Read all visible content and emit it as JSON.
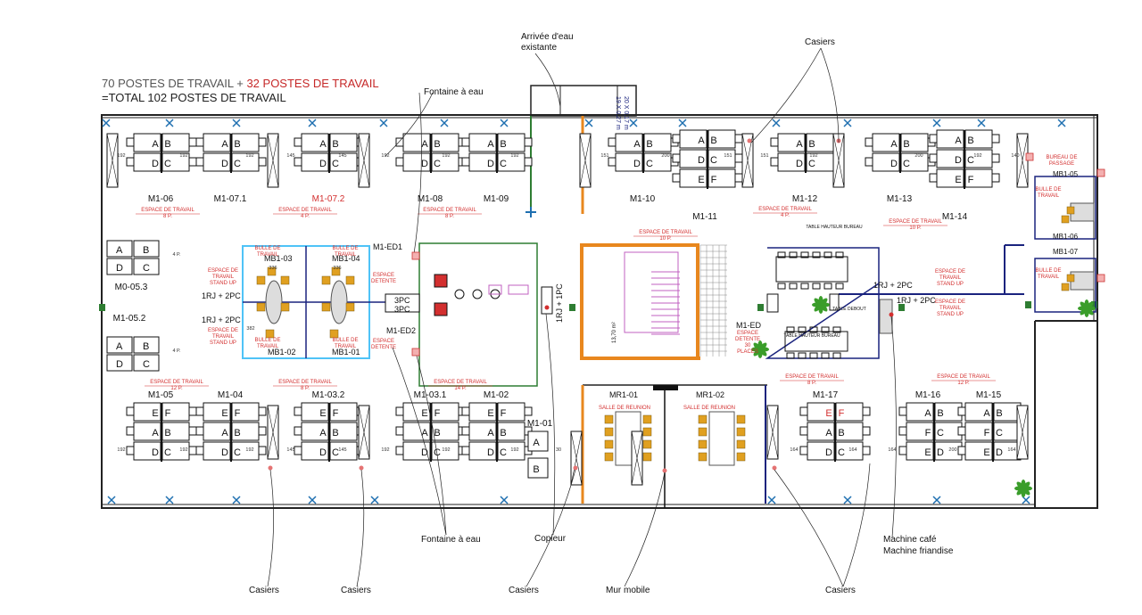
{
  "header": {
    "line1_part1": "70 POSTES DE TRAVAIL + ",
    "line1_part2": "32 POSTES DE TRAVAIL",
    "line2": "=TOTAL 102 POSTES DE TRAVAIL"
  },
  "colors": {
    "wall": "#222222",
    "orange": "#e8871e",
    "green": "#2e7d32",
    "blue": "#1a237e",
    "cyan": "#4fc3f7",
    "red": "#d32f2f",
    "desk": "#111111",
    "label_red": "#d32f2f",
    "mr_chair": "#e0a020",
    "plant": "#3a9d2a",
    "pink": "#e57373"
  },
  "callouts": [
    {
      "id": "arrivee",
      "text": "Arrivée d'eau"
    },
    {
      "id": "arrivee2",
      "text": "existante"
    },
    {
      "id": "fontaine_top",
      "text": "Fontaine à eau"
    },
    {
      "id": "casiers_top",
      "text": "Casiers"
    },
    {
      "id": "fontaine_bottom",
      "text": "Fontaine à eau"
    },
    {
      "id": "copieur",
      "text": "Copieur"
    },
    {
      "id": "mur_mobile",
      "text": "Mur mobile"
    },
    {
      "id": "machine_cafe",
      "text": "Machine café"
    },
    {
      "id": "machine_friandise",
      "text": "Machine friandise"
    },
    {
      "id": "casiers_b1",
      "text": "Casiers"
    },
    {
      "id": "casiers_b2",
      "text": "Casiers"
    },
    {
      "id": "casiers_b3",
      "text": "Casiers"
    },
    {
      "id": "casiers_b4",
      "text": "Casiers"
    }
  ],
  "zones": [
    {
      "id": "M1-06",
      "label": "M1-06"
    },
    {
      "id": "M1-07.1",
      "label": "M1-07.1"
    },
    {
      "id": "M1-07.2",
      "label": "M1-07.2"
    },
    {
      "id": "M1-08",
      "label": "M1-08"
    },
    {
      "id": "M1-09",
      "label": "M1-09"
    },
    {
      "id": "M1-10",
      "label": "M1-10"
    },
    {
      "id": "M1-11",
      "label": "M1-11"
    },
    {
      "id": "M1-12",
      "label": "M1-12"
    },
    {
      "id": "M1-13",
      "label": "M1-13"
    },
    {
      "id": "M1-14",
      "label": "M1-14"
    },
    {
      "id": "M1-05",
      "label": "M1-05"
    },
    {
      "id": "M1-04",
      "label": "M1-04"
    },
    {
      "id": "M1-03.2",
      "label": "M1-03.2"
    },
    {
      "id": "M1-03.1",
      "label": "M1-03.1"
    },
    {
      "id": "M1-02",
      "label": "M1-02"
    },
    {
      "id": "M1-01",
      "label": "M1-01"
    },
    {
      "id": "M1-17",
      "label": "M1-17"
    },
    {
      "id": "M1-16",
      "label": "M1-16"
    },
    {
      "id": "M1-15",
      "label": "M1-15"
    },
    {
      "id": "M0-05.3",
      "label": "M0-05.3"
    },
    {
      "id": "M1-05.2",
      "label": "M1-05.2"
    },
    {
      "id": "MB1-03",
      "label": "MB1-03"
    },
    {
      "id": "MB1-04",
      "label": "MB1-04"
    },
    {
      "id": "MB1-02",
      "label": "MB1-02"
    },
    {
      "id": "MB1-01",
      "label": "MB1-01"
    },
    {
      "id": "M1-ED1",
      "label": "M1-ED1"
    },
    {
      "id": "M1-ED2",
      "label": "M1-ED2"
    },
    {
      "id": "M1-ED",
      "label": "M1-ED"
    },
    {
      "id": "MR1-01",
      "label": "MR1-01"
    },
    {
      "id": "MR1-02",
      "label": "MR1-02"
    },
    {
      "id": "MB1-05",
      "label": "MB1-05"
    },
    {
      "id": "MB1-06",
      "label": "MB1-06"
    },
    {
      "id": "MB1-07",
      "label": "MB1-07"
    }
  ],
  "network": [
    {
      "id": "rj1",
      "text": "1RJ + 2PC"
    },
    {
      "id": "rj2",
      "text": "1RJ + 2PC"
    },
    {
      "id": "rj3",
      "text": "1RJ + 2PC"
    },
    {
      "id": "rj4",
      "text": "1RJ + 2PC"
    },
    {
      "id": "rj5",
      "text": "1RJ + 1PC"
    },
    {
      "id": "pc3a",
      "text": "3PC"
    },
    {
      "id": "pc3b",
      "text": "3PC"
    }
  ],
  "espaces": [
    {
      "id": "e1",
      "t": "ESPACE DE TRAVAIL",
      "s": "8 P."
    },
    {
      "id": "e2",
      "t": "ESPACE DE TRAVAIL",
      "s": "4 P."
    },
    {
      "id": "e3",
      "t": "ESPACE DE TRAVAIL",
      "s": "8 P."
    },
    {
      "id": "e4",
      "t": "ESPACE DE TRAVAIL",
      "s": "10 P."
    },
    {
      "id": "e5",
      "t": "ESPACE DE TRAVAIL",
      "s": "4 P."
    },
    {
      "id": "e6",
      "t": "ESPACE DE TRAVAIL",
      "s": "10 P."
    },
    {
      "id": "e7",
      "t": "ESPACE DE TRAVAIL",
      "s": "12 P."
    },
    {
      "id": "e8",
      "t": "ESPACE DE TRAVAIL",
      "s": "8 P."
    },
    {
      "id": "e9",
      "t": "ESPACE DE TRAVAIL",
      "s": "14 P."
    },
    {
      "id": "e10",
      "t": "ESPACE DE TRAVAIL",
      "s": "8 P."
    },
    {
      "id": "e11",
      "t": "ESPACE DE TRAVAIL",
      "s": "12 P."
    }
  ],
  "small_labels": {
    "bulle1": "BULLE DE TRAVAIL",
    "bulle2": "BULLE DE TRAVAIL",
    "bulle3": "BULLE DE TRAVAIL",
    "bulle4": "BULLE DE TRAVAIL",
    "bulle5": "BULLE DE TRAVAIL",
    "bulle6": "BULLE DE TRAVAIL",
    "detente1": "ESPACE DETENTE",
    "detente2": "ESPACE DETENTE",
    "detente3": "ESPACE DETENTE 30 PLACES",
    "standup1": "ESPACE DE TRAVAIL STAND UP",
    "standup2": "ESPACE DE TRAVAIL STAND UP",
    "standup3": "ESPACE DE TRAVAIL STAND UP",
    "standup4": "ESPACE DE TRAVAIL STAND UP",
    "bureau_passage": "BUREAU DE PASSAGE",
    "salle1": "SALLE DE REUNION",
    "salle2": "SALLE DE REUNION",
    "table_haute1": "TABLE HAUTEUR BUREAU",
    "table_haute2": "TABLE HAUTEUR BUREAU",
    "table_debout": "TABLE DEBOUT",
    "area1": "13,70 m²",
    "area2": "20 X 0,17 m",
    "area3": "19 X 0,27 m"
  },
  "dims": [
    "192",
    "192",
    "192",
    "145",
    "145",
    "192",
    "192",
    "192",
    "151",
    "200",
    "151",
    "151",
    "192",
    "200",
    "192",
    "140",
    "192",
    "192",
    "192",
    "145",
    "145",
    "192",
    "192",
    "192",
    "30",
    "164",
    "164",
    "164",
    "200",
    "164",
    "336",
    "336",
    "382",
    "4 P.",
    "4 P."
  ]
}
